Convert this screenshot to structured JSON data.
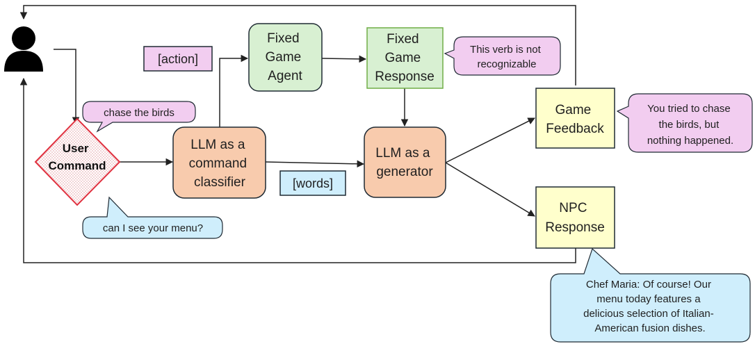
{
  "nodes": {
    "user_command": [
      "User",
      "Command"
    ],
    "llm_classifier": [
      "LLM as a",
      "command",
      "classifier"
    ],
    "fixed_game_agent": [
      "Fixed",
      "Game",
      "Agent"
    ],
    "fixed_game_response": [
      "Fixed",
      "Game",
      "Response"
    ],
    "llm_generator": [
      "LLM as a",
      "generator"
    ],
    "game_feedback": [
      "Game",
      "Feedback"
    ],
    "npc_response": [
      "NPC",
      "Response"
    ]
  },
  "labels": {
    "action": "[action]",
    "words": "[words]"
  },
  "bubbles": {
    "chase_birds": [
      "chase the birds"
    ],
    "menu_question": [
      "can I see your menu?"
    ],
    "not_recognizable": [
      "This verb is not",
      "recognizable"
    ],
    "tried_chase": [
      "You tried to chase",
      "the birds, but",
      "nothing happened."
    ],
    "chef_maria": [
      "Chef Maria: Of course! Our",
      "menu today features a",
      "delicious selection of Italian-",
      "American fusion dishes."
    ]
  },
  "colors": {
    "orange_fill": "#f8cbad",
    "green_fill": "#d8f0d2",
    "green_border": "#70ad47",
    "yellow_fill": "#ffffcc",
    "pink_fill": "#f2cdf0",
    "blue_fill": "#cfeefc",
    "red_border": "#e0313f",
    "dark_stroke": "#1f2a33"
  },
  "icons": {
    "user": "person-icon"
  }
}
